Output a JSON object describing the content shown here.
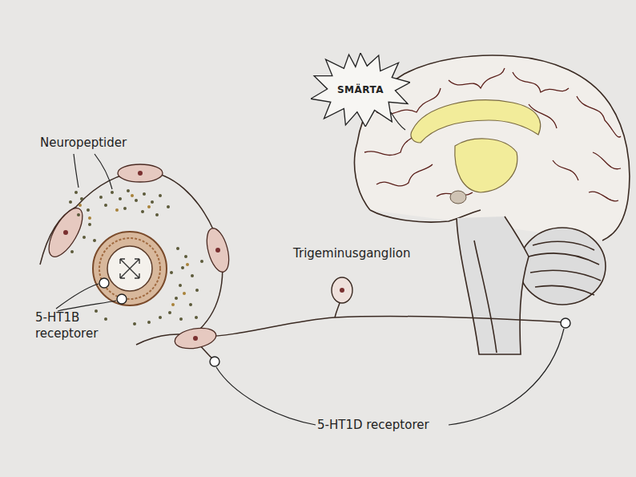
{
  "diagram": {
    "nodes": [
      {
        "text": [
          "SMÄRTA"
        ]
      }
    ],
    "labels": [
      "Neuropeptider",
      "Trigeminusganglion",
      "5-HT1B receptorer",
      "5-HT1D receptorer"
    ]
  }
}
